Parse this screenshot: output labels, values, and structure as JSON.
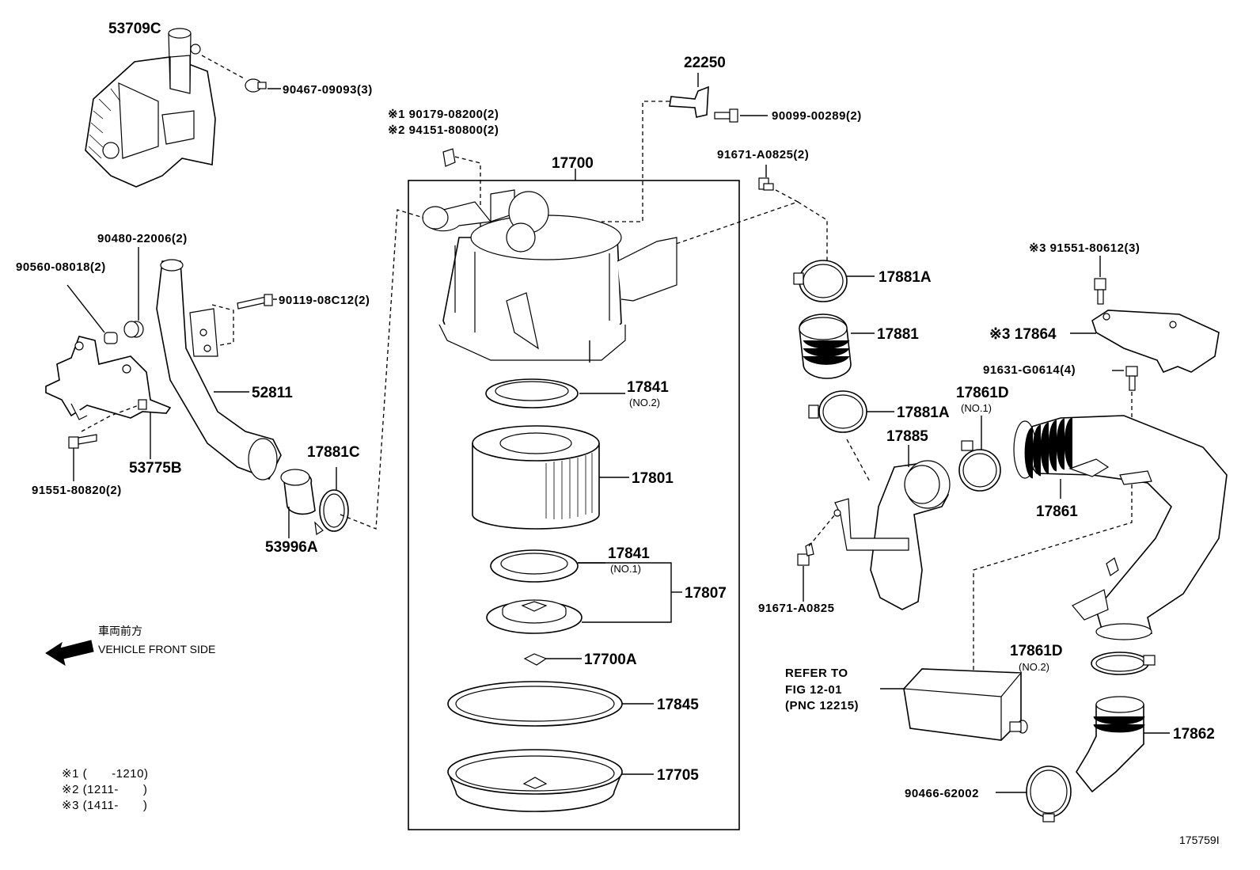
{
  "labels": {
    "p53709C": "53709C",
    "p90467": "90467-09093(3)",
    "p22250": "22250",
    "p90099": "90099-00289(2)",
    "n1_90179": "※1 90179-08200(2)",
    "n2_94151": "※2 94151-80800(2)",
    "p17700": "17700",
    "p91671_2": "91671-A0825(2)",
    "p90480": "90480-22006(2)",
    "p90560": "90560-08018(2)",
    "p90119": "90119-08C12(2)",
    "p52811": "52811",
    "p53775B": "53775B",
    "p91551_80820": "91551-80820(2)",
    "p17881C": "17881C",
    "p53996A": "53996A",
    "p17841_no2": "17841",
    "no2_a": "(NO.2)",
    "p17801": "17801",
    "p17841_no1": "17841",
    "no1_a": "(NO.1)",
    "p17807": "17807",
    "p17700A": "17700A",
    "p17845": "17845",
    "p17705": "17705",
    "p17881A_top": "17881A",
    "p17881": "17881",
    "p17881A_mid": "17881A",
    "p17885": "17885",
    "p17861D_no1": "17861D",
    "no1_b": "(NO.1)",
    "p91671_single": "91671-A0825",
    "n3_91551": "※3 91551-80612(3)",
    "n3_17864": "※3 17864",
    "p91631": "91631-G0614(4)",
    "p17861": "17861",
    "p17861D_no2": "17861D",
    "no2_b": "(NO.2)",
    "p17862": "17862",
    "p90466": "90466-62002",
    "refer1": "REFER TO",
    "refer2": "FIG 12-01",
    "refer3": "(PNC 12215)",
    "front_jp": "車両前方",
    "front_en": "VEHICLE FRONT SIDE",
    "note1": "※1 (　　-1210)",
    "note2": "※2 (1211-　　)",
    "note3": "※3 (1411-　　)",
    "figno": "175759I"
  }
}
